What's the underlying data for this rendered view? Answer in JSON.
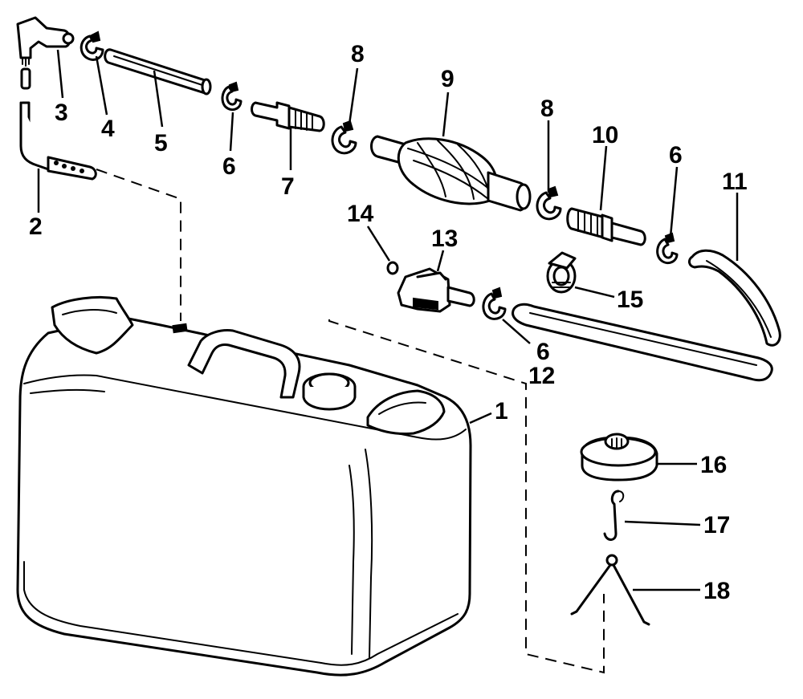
{
  "callouts": {
    "c1": "1",
    "c2": "2",
    "c3": "3",
    "c4": "4",
    "c5": "5",
    "c6a": "6",
    "c7": "7",
    "c8a": "8",
    "c9": "9",
    "c8b": "8",
    "c10": "10",
    "c6b": "6",
    "c11": "11",
    "c14": "14",
    "c13": "13",
    "c15": "15",
    "c6c": "6",
    "c12": "12",
    "c16": "16",
    "c17": "17",
    "c18": "18"
  }
}
